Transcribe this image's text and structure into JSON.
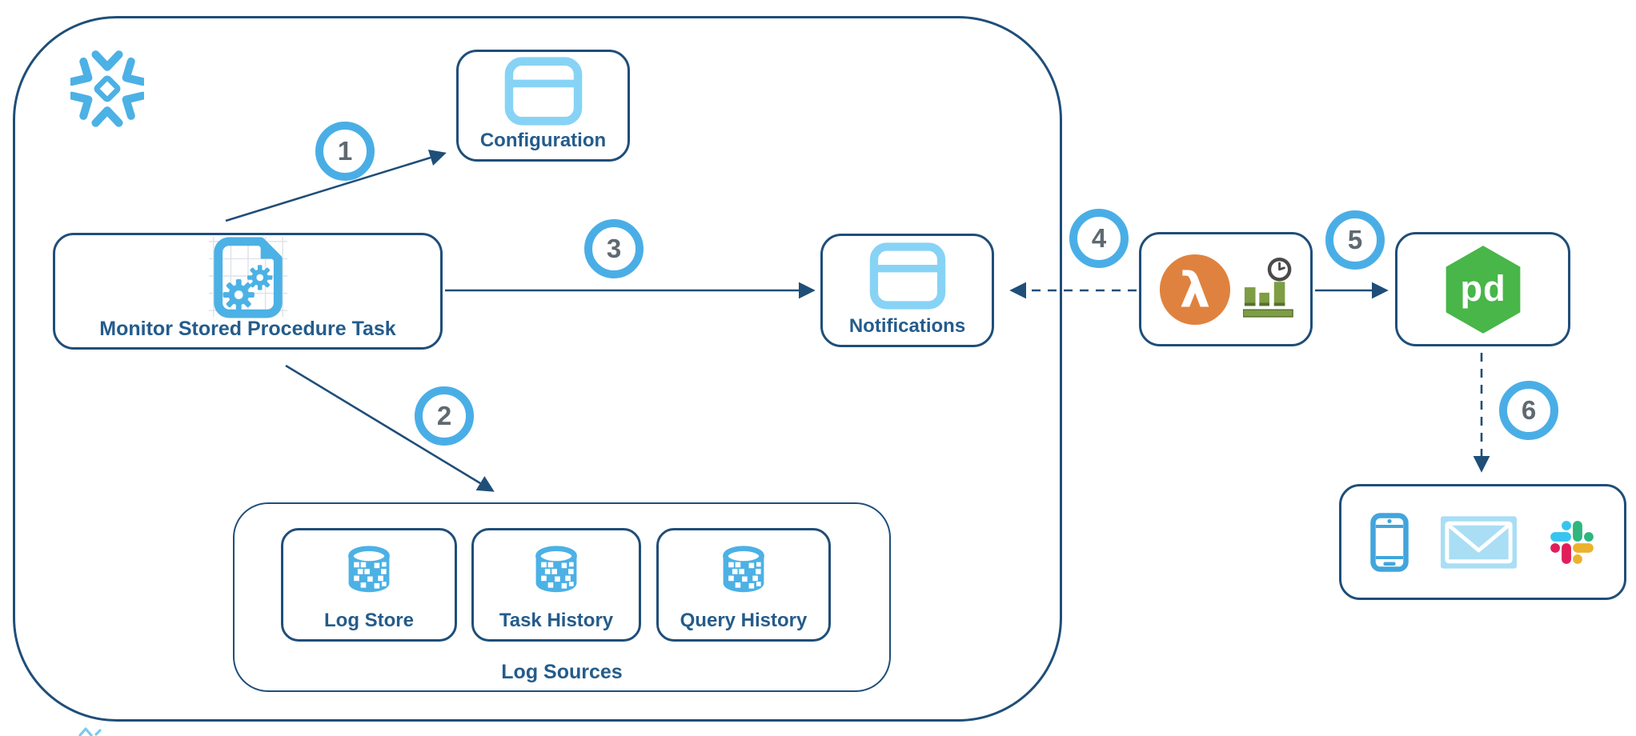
{
  "nodes": {
    "configuration": {
      "label": "Configuration"
    },
    "monitor_task": {
      "label": "Monitor Stored Procedure Task"
    },
    "notifications": {
      "label": "Notifications"
    },
    "log_sources": {
      "label": "Log Sources",
      "stores": [
        {
          "label": "Log Store"
        },
        {
          "label": "Task History"
        },
        {
          "label": "Query History"
        }
      ]
    },
    "lambda": {
      "symbol": "λ"
    },
    "pagerduty": {
      "label": "pd"
    }
  },
  "steps": [
    "1",
    "2",
    "3",
    "4",
    "5",
    "6"
  ],
  "icons": {
    "snowflake_logo": "snowflake-logo-icon",
    "configuration": "browser-window-icon",
    "monitor_task": "document-gears-icon",
    "notifications": "browser-window-icon",
    "log_store": "database-icon",
    "task_history": "database-icon",
    "query_history": "database-icon",
    "lambda": "aws-lambda-icon",
    "scheduled_metrics": "metrics-clock-icon",
    "pagerduty": "pagerduty-hexagon-icon",
    "endpoint_phone": "smartphone-icon",
    "endpoint_email": "email-envelope-icon",
    "endpoint_slack": "slack-icon"
  },
  "colors": {
    "border_blue": "#1f4e79",
    "label_blue": "#245c8c",
    "ring_blue": "#4aaee6",
    "number_gray": "#5f6970",
    "snowflake_blue": "#4cb1e5",
    "light_blue_icon": "#87d3f5",
    "pale_blue_envelope": "#a9def5",
    "phone_blue": "#42a5dc",
    "lambda_orange": "#e0823f",
    "metrics_green": "#7e9d44",
    "pagerduty_green": "#48b648",
    "slack_blue": "#36c5f0",
    "slack_green": "#2eb67d",
    "slack_red": "#e01e5a",
    "slack_yellow": "#ecb22e"
  }
}
